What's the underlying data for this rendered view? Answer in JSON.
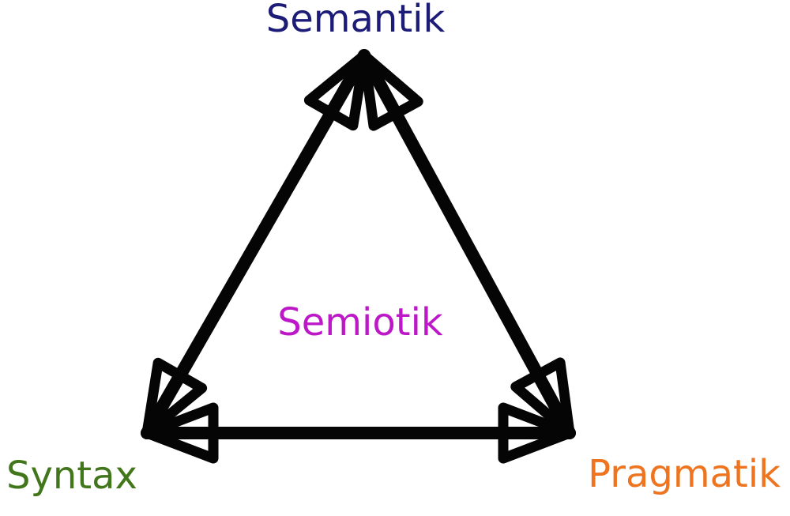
{
  "diagram": {
    "type": "triangle-relationship-diagram",
    "background": "#ffffff",
    "arrow_color": "#050505",
    "center": {
      "label": "Semiotik",
      "color": "#bd18c8"
    },
    "nodes": [
      {
        "id": "semantik",
        "label": "Semantik",
        "color": "#1c1c78",
        "position": "top"
      },
      {
        "id": "syntax",
        "label": "Syntax",
        "color": "#41761b",
        "position": "bottom-left"
      },
      {
        "id": "pragmatik",
        "label": "Pragmatik",
        "color": "#ee7420",
        "position": "bottom-right"
      }
    ],
    "edges": [
      {
        "from": "semantik",
        "to": "syntax",
        "bidirectional": true
      },
      {
        "from": "semantik",
        "to": "pragmatik",
        "bidirectional": true
      },
      {
        "from": "syntax",
        "to": "pragmatik",
        "bidirectional": true
      }
    ]
  }
}
